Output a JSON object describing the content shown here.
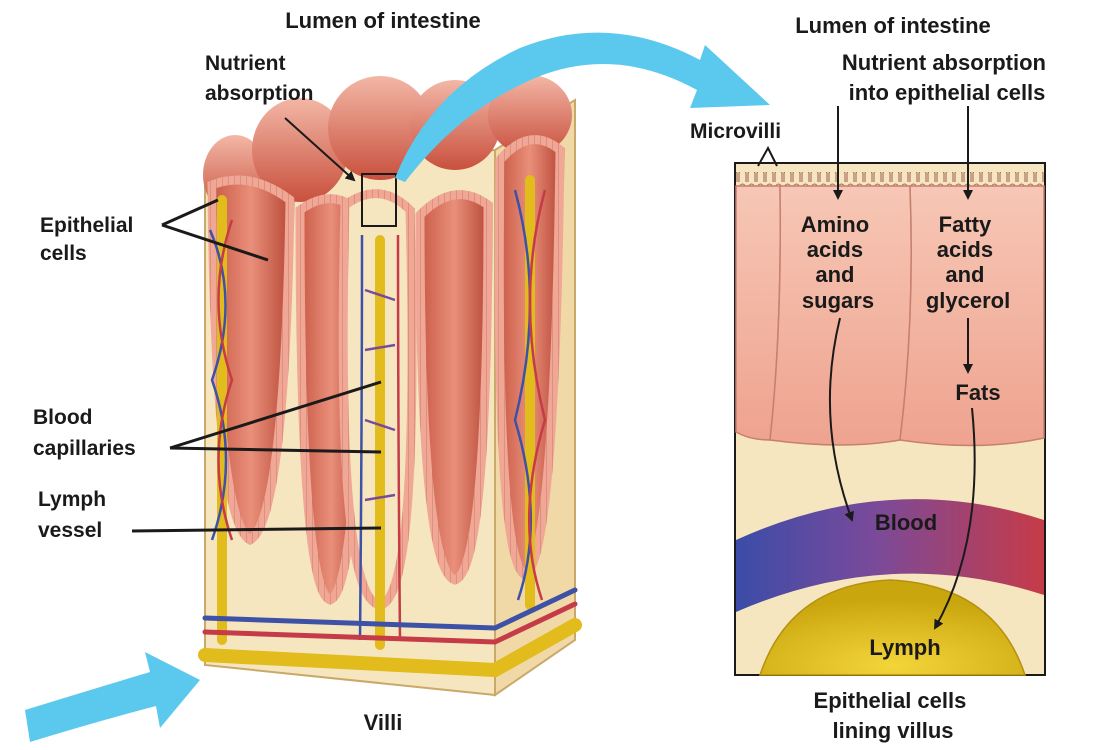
{
  "left_panel": {
    "title": "Lumen of intestine",
    "nutrient_absorption": [
      "Nutrient",
      "absorption"
    ],
    "epithelial_cells": [
      "Epithelial",
      "cells"
    ],
    "blood_capillaries": [
      "Blood",
      "capillaries"
    ],
    "lymph_vessel": [
      "Lymph",
      "vessel"
    ],
    "caption": "Villi"
  },
  "right_panel": {
    "title": "Lumen of intestine",
    "nutrient_absorption": [
      "Nutrient absorption",
      "into epithelial cells"
    ],
    "microvilli": "Microvilli",
    "amino_acids": [
      "Amino",
      "acids",
      "and",
      "sugars"
    ],
    "fatty_acids": [
      "Fatty",
      "acids",
      "and",
      "glycerol"
    ],
    "fats": "Fats",
    "blood": "Blood",
    "lymph": "Lymph",
    "caption": [
      "Epithelial cells",
      "lining villus"
    ]
  },
  "colors": {
    "arrow": "#5bc8ee",
    "epithelium": "#f2a894",
    "tissue": "#f6e6bf",
    "lumen_tissue": "#d96a55",
    "blood_vein": "#3d52a6",
    "blood_artery": "#c63b48",
    "lymph": "#e8c31b"
  }
}
